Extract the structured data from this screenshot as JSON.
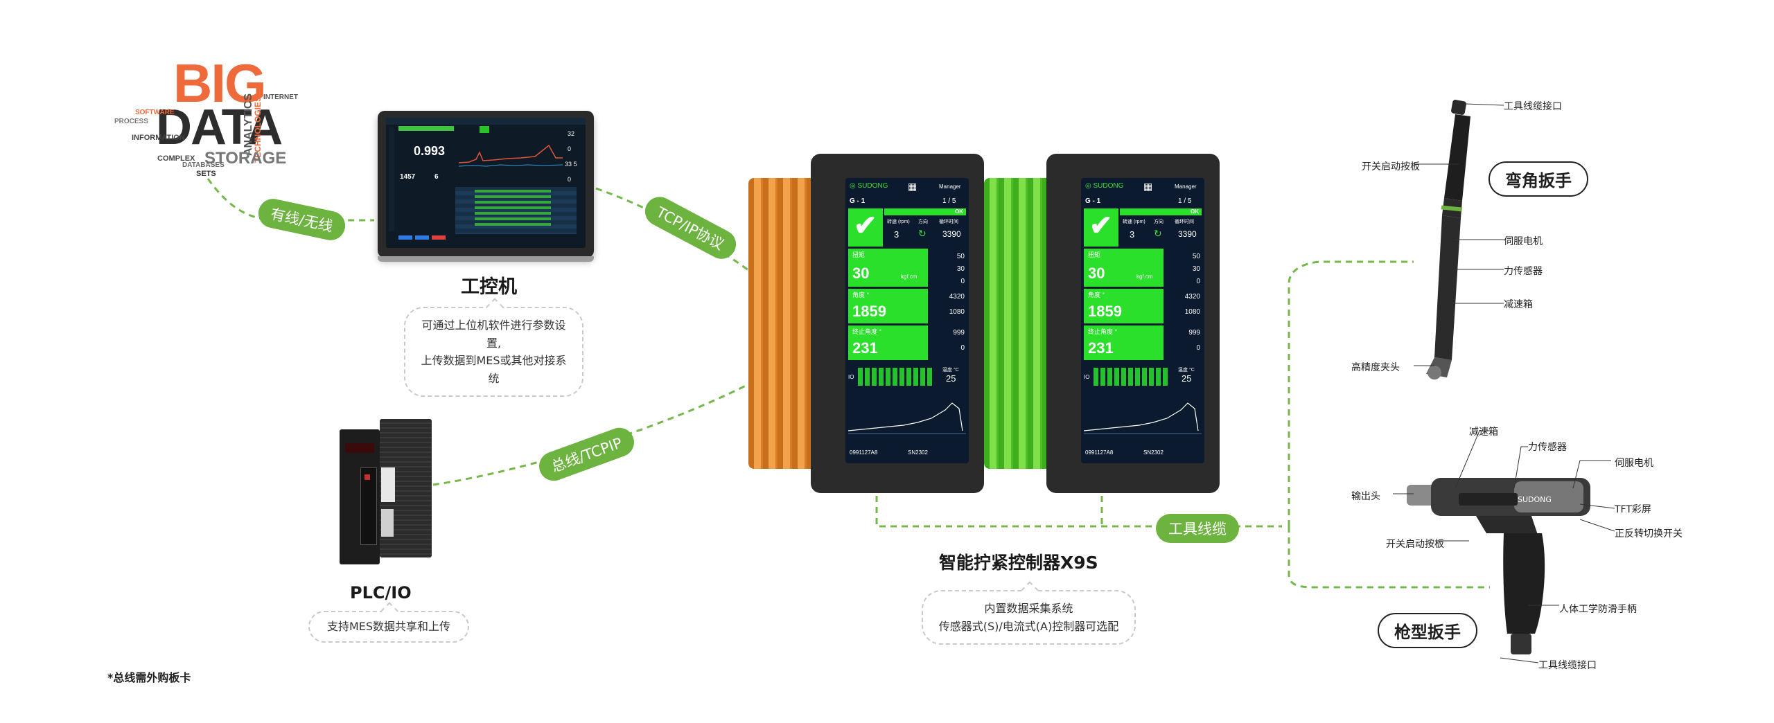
{
  "colors": {
    "accent_green": "#6cb33f",
    "orange_fins": "#e8902a",
    "green_fins": "#5cc82e",
    "screen_green": "#2be02b"
  },
  "cloud": {
    "big": "BIG",
    "data": "DATA",
    "words": [
      "ANALYTICS",
      "TECHNOLOGIES",
      "STORAGE",
      "INFORMATION",
      "COMPLEX",
      "DATABASES",
      "SETS",
      "INTERNET",
      "PROCESS",
      "SOFTWARE"
    ]
  },
  "links": {
    "wired": "有线/无线",
    "tcp": "TCP/IP协议",
    "bus": "总线/TCPIP",
    "cable": "工具线缆"
  },
  "ipc": {
    "title": "工控机",
    "desc_1": "可通过上位机软件进行参数设置,",
    "desc_2": "上传数据到MES或其他对接系统",
    "screen_value": "0.993",
    "screen_num_1": "1457",
    "screen_num_2": "6",
    "side_1": "32",
    "side_2": "0",
    "side_3": "33 5",
    "side_4": "0"
  },
  "plc": {
    "title": "PLC/IO",
    "desc": "支持MES数据共享和上传"
  },
  "controller": {
    "title": "智能拧紧控制器X9S",
    "desc_1": "内置数据采集系统",
    "desc_2": "传感器式(S)/电流式(A)控制器可选配",
    "brand": "SUDONG",
    "group": "G - 1",
    "page": "1 / 5",
    "ok": "OK",
    "menu": "Manager",
    "speed_label": "转速 (rpm)",
    "dir_label": "方向",
    "count_label": "循环时间",
    "speed_val": "3",
    "count_val": "3390",
    "torque_label": "扭矩",
    "torque_val": "30",
    "torque_unit": "kgf.cm",
    "angle_label": "角度 °",
    "angle_val": "1859",
    "final_angle_label": "终止角度 °",
    "final_angle_val": "231",
    "right_vals": [
      "50",
      "30",
      "0",
      "4320",
      "1080",
      "999",
      "0"
    ],
    "temp_label": "温度 °C",
    "temp_val": "25",
    "io_label": "IO",
    "bottom_1": "0991127A8",
    "bottom_2": "SN2302"
  },
  "tool1": {
    "name": "弯角扳手",
    "labels": [
      "工具线缆接口",
      "开关启动按板",
      "伺服电机",
      "力传感器",
      "减速箱",
      "高精度夹头"
    ]
  },
  "tool2": {
    "name": "枪型扳手",
    "labels": [
      "减速箱",
      "力传感器",
      "伺服电机",
      "输出头",
      "TFT彩屏",
      "开关启动按板",
      "正反转切换开关",
      "人体工学防滑手柄",
      "工具线缆接口"
    ],
    "brand": "SUDONG"
  },
  "note": "*总线需外购板卡"
}
